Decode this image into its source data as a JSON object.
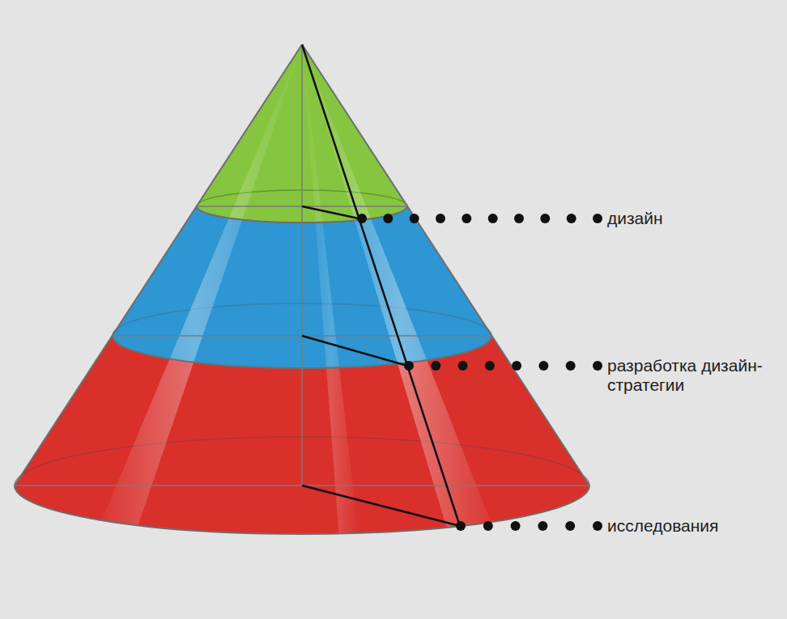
{
  "diagram": {
    "labels": [
      "дизайн",
      "разработка дизайн-стратегии",
      "исследования"
    ]
  }
}
